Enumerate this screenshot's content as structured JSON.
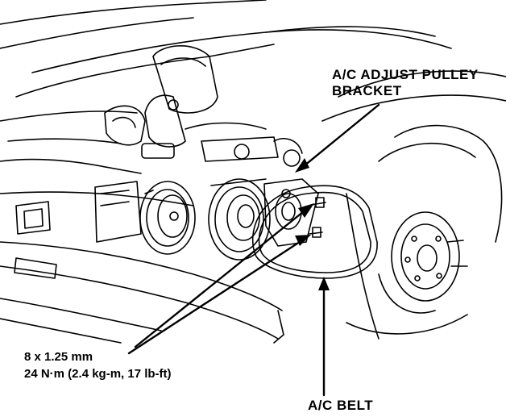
{
  "labels": {
    "bracket_line1": "A/C ADJUST PULLEY",
    "bracket_line2": "BRACKET",
    "bolt_size": "8 x 1.25 mm",
    "bolt_torque": "24 N·m (2.4 kg-m, 17 lb-ft)",
    "belt": "A/C BELT"
  },
  "colors": {
    "line": "#000000",
    "background": "#ffffff"
  }
}
